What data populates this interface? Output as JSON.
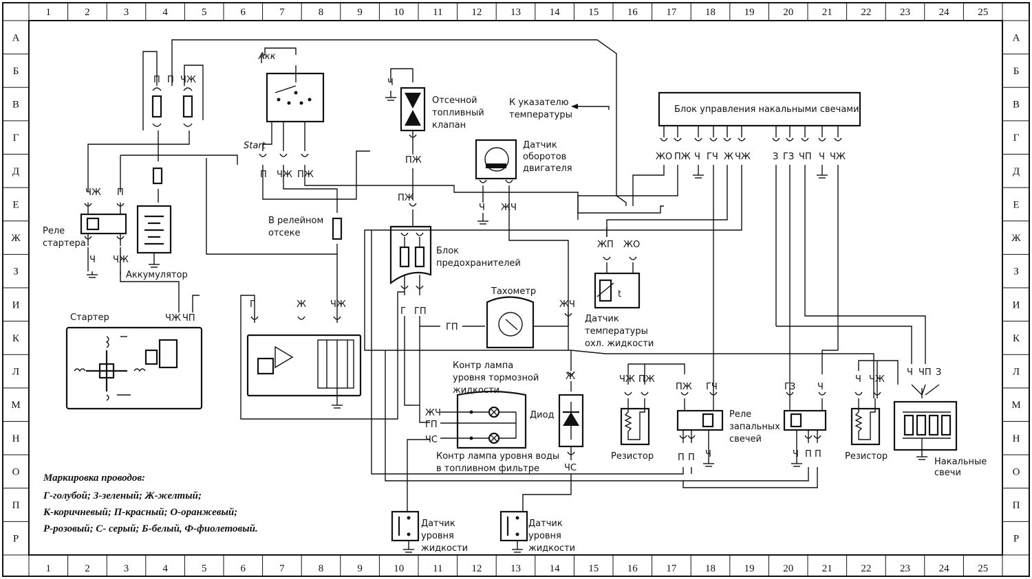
{
  "grid": {
    "columns": [
      "1",
      "2",
      "3",
      "4",
      "5",
      "6",
      "7",
      "8",
      "9",
      "10",
      "11",
      "12",
      "13",
      "14",
      "15",
      "16",
      "17",
      "18",
      "19",
      "20",
      "21",
      "22",
      "23",
      "24",
      "25"
    ],
    "rows": [
      "А",
      "Б",
      "В",
      "Г",
      "Д",
      "Е",
      "Ж",
      "З",
      "И",
      "К",
      "Л",
      "М",
      "Н",
      "О",
      "П",
      "Р"
    ]
  },
  "components": {
    "starter_relay": [
      "Реле",
      "стартера"
    ],
    "battery": "Аккумулятор",
    "starter": "Стартер",
    "relay_compartment": [
      "В релейном",
      "отсеке"
    ],
    "fuel_valve": [
      "Отсечной",
      "топливный",
      "клапан"
    ],
    "temp_gauge": [
      "К указателю",
      "температуры"
    ],
    "rpm_sensor": [
      "Датчик",
      "оборотов",
      "двигателя"
    ],
    "fuse_block": [
      "Блок",
      "предохранителей"
    ],
    "tachometer": "Тахометр",
    "glow_control": "Блок управления накальными свечами",
    "temp_sensor": [
      "Датчик",
      "температуры",
      "охл. жидкости"
    ],
    "brake_lamp": [
      "Контр  лампа",
      "уровня тормозной",
      "жидкости"
    ],
    "water_lamp": [
      "Контр  лампа уровня воды",
      "в топливном фильтре"
    ],
    "diode": "Диод",
    "resistor": "Резистор",
    "glow_relay": [
      "Реле",
      "запальных",
      "свечей"
    ],
    "glow_plugs": [
      "Накальные",
      "свечи"
    ],
    "level_sensor": [
      "Датчик",
      "уровня",
      "жидкости"
    ],
    "switch_acc": "Акк",
    "switch_start": "Start",
    "sensor_t": "t"
  },
  "legend": {
    "title": "Маркировка проводов:",
    "lines": [
      "Г-голубой; З-зеленый; Ж-желтый;",
      "К-коричневый; П-красный; О-оранжевый;",
      "Р-розовый; С- серый; Б-белый, Ф-фиолетовый."
    ]
  },
  "wire_labels": {
    "p": "П",
    "chzh": "ЧЖ",
    "ch": "Ч",
    "pzh": "ПЖ",
    "zhch": "ЖЧ",
    "g": "Г",
    "gp": "ГП",
    "zh": "Ж",
    "chp": "ЧП",
    "zhp": "ЖП",
    "zho": "ЖО",
    "gch": "ГЧ",
    "z": "З",
    "gz": "ГЗ",
    "chs": "ЧС",
    "zhchs": "ЖЧ"
  }
}
